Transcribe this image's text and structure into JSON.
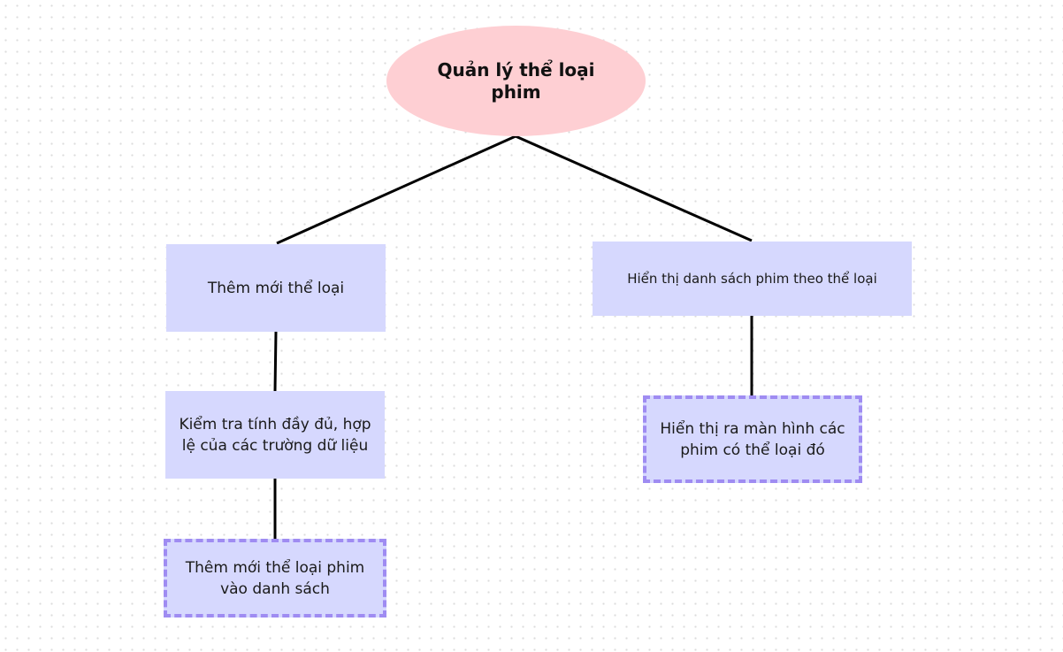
{
  "diagram": {
    "root": {
      "label": "Quản lý thể loại phim"
    },
    "nodes": [
      {
        "id": "add-genre",
        "label": "Thêm mới thể loại"
      },
      {
        "id": "validate-fields",
        "label": "Kiểm tra tính đầy đủ, hợp lệ của các trường dữ liệu"
      },
      {
        "id": "add-genre-to-list",
        "label": "Thêm mới thể loại phim vào danh sách"
      },
      {
        "id": "show-movies-by-genre",
        "label": "Hiển thị danh sách phim theo thể loại"
      },
      {
        "id": "display-genre-movies",
        "label": "Hiển thị ra màn hình các phim có thể loại đó"
      }
    ],
    "edges": [
      {
        "from": "root",
        "to": "add-genre"
      },
      {
        "from": "root",
        "to": "show-movies-by-genre"
      },
      {
        "from": "add-genre",
        "to": "validate-fields"
      },
      {
        "from": "validate-fields",
        "to": "add-genre-to-list"
      },
      {
        "from": "show-movies-by-genre",
        "to": "display-genre-movies"
      }
    ],
    "colors": {
      "root_fill": "#fecfd3",
      "node_fill": "#d6d8fe",
      "dashed_border": "#9f8cf2",
      "connector": "#000000"
    }
  }
}
